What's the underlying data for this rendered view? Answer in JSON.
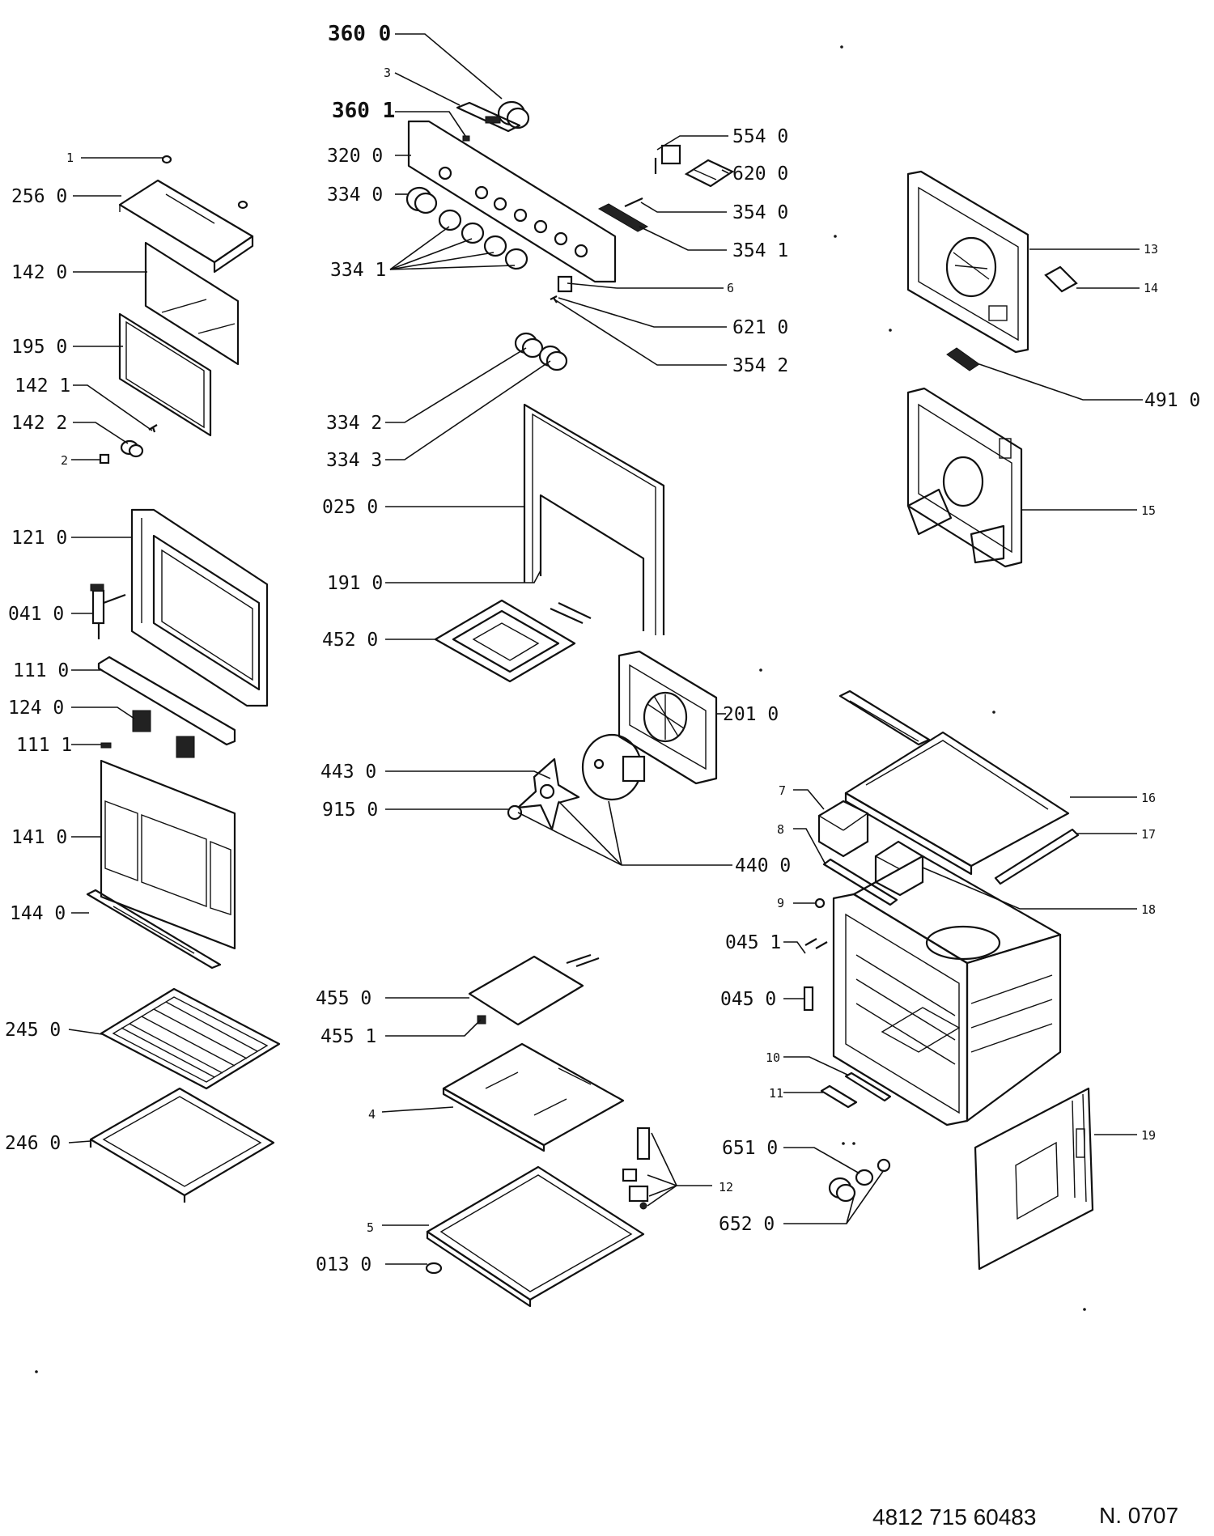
{
  "labels": {
    "l3600": "360 0",
    "l3": "3",
    "l3601": "360 1",
    "l3200": "320 0",
    "l3340": "334 0",
    "l3341": "334 1",
    "l5540": "554 0",
    "l6200": "620 0",
    "l3540": "354 0",
    "l3541": "354 1",
    "l6": "6",
    "l6210": "621 0",
    "l3542": "354 2",
    "l3342": "334 2",
    "l3343": "334 3",
    "l0250": "025 0",
    "l1910": "191 0",
    "l4520": "452 0",
    "l2010": "201 0",
    "l4430": "443 0",
    "l9150": "915 0",
    "l4400": "440 0",
    "l4550": "455 0",
    "l4551": "455 1",
    "l4": "4",
    "l5": "5",
    "l0130": "013 0",
    "l12": "12",
    "l6510": "651 0",
    "l6520": "652 0",
    "l1": "1",
    "l2560": "256 0",
    "l1420": "142 0",
    "l1950": "195 0",
    "l1421": "142 1",
    "l1422": "142 2",
    "l2": "2",
    "l1210": "121 0",
    "l0410": "041 0",
    "l1110": "111 0",
    "l1240": "124 0",
    "l1111": "111 1",
    "l1410": "141 0",
    "l1440": "144 0",
    "l2450": "245 0",
    "l2460": "246 0",
    "l13": "13",
    "l14": "14",
    "l4910": "491 0",
    "l15": "15",
    "l7": "7",
    "l8": "8",
    "l9": "9",
    "l16": "16",
    "l17": "17",
    "l18": "18",
    "l0451": "045 1",
    "l0450": "045 0",
    "l10": "10",
    "l11": "11",
    "l19": "19"
  },
  "footer": {
    "code": "4812 715 60483",
    "ref": "N. 0707"
  }
}
